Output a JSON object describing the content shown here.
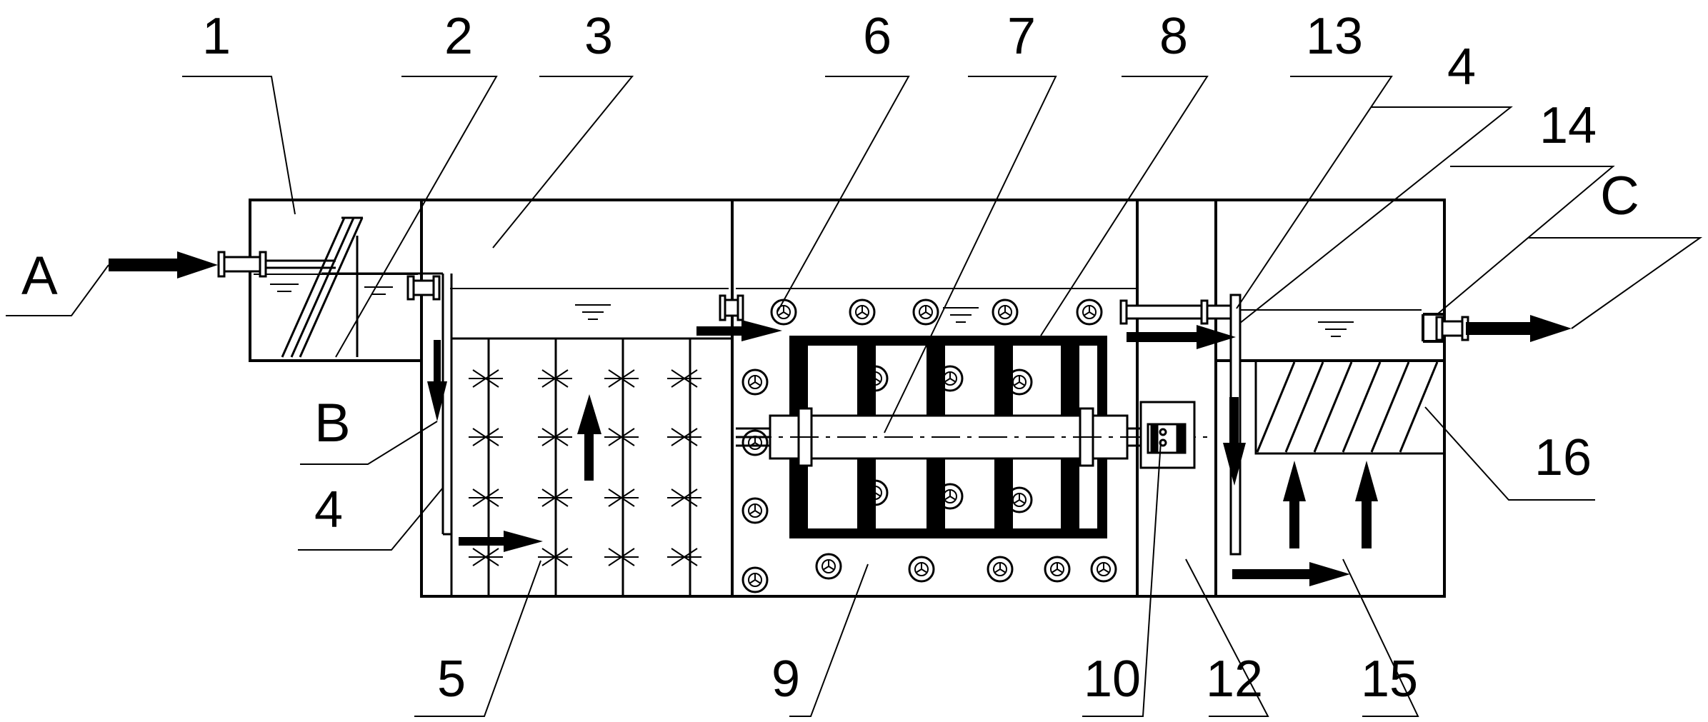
{
  "part_numbers": {
    "p1": "1",
    "p2": "2",
    "p3": "3",
    "p4_top": "4",
    "p4_left": "4",
    "p5": "5",
    "p6": "6",
    "p7": "7",
    "p8": "8",
    "p9": "9",
    "p10": "10",
    "p12": "12",
    "p13": "13",
    "p14": "14",
    "p15": "15",
    "p16": "16"
  },
  "flow_labels": {
    "inlet": "A",
    "bypass": "B",
    "outlet": "C"
  },
  "colors": {
    "stroke": "#000000",
    "background": "#ffffff"
  }
}
